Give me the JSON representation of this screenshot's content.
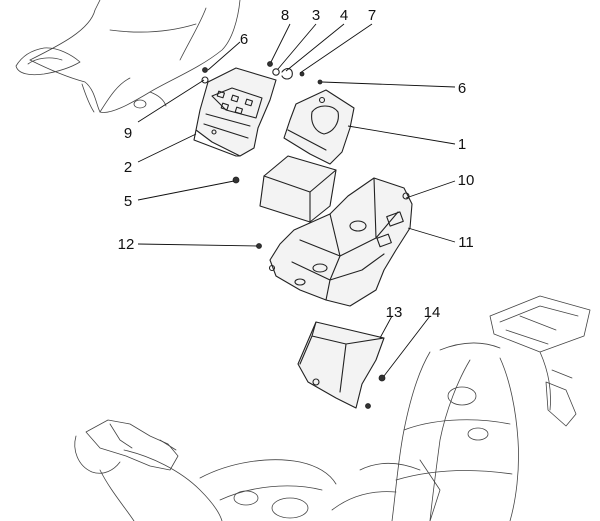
{
  "diagram": {
    "callouts": [
      {
        "id": "c8",
        "label": "8"
      },
      {
        "id": "c3",
        "label": "3"
      },
      {
        "id": "c4",
        "label": "4"
      },
      {
        "id": "c7",
        "label": "7"
      },
      {
        "id": "c6a",
        "label": "6"
      },
      {
        "id": "c6b",
        "label": "6"
      },
      {
        "id": "c9",
        "label": "9"
      },
      {
        "id": "c1",
        "label": "1"
      },
      {
        "id": "c2",
        "label": "2"
      },
      {
        "id": "c10",
        "label": "10"
      },
      {
        "id": "c5",
        "label": "5"
      },
      {
        "id": "c11",
        "label": "11"
      },
      {
        "id": "c12",
        "label": "12"
      },
      {
        "id": "c13",
        "label": "13"
      },
      {
        "id": "c14",
        "label": "14"
      }
    ]
  }
}
